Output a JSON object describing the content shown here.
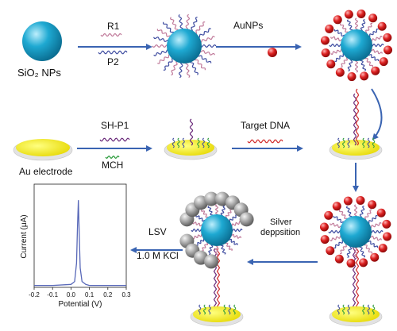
{
  "labels": {
    "sio2_nps": "SiO₂ NPs",
    "r1": "R1",
    "p2": "P2",
    "aunps": "AuNPs",
    "sh_p1": "SH-P1",
    "mch": "MCH",
    "au_electrode": "Au electrode",
    "target_dna": "Target DNA",
    "silver": "Silver",
    "deposition": "deppsition",
    "lsv": "LSV",
    "kcl": "1.0 M KCl"
  },
  "colors": {
    "sio2_sphere": "#18a7cf",
    "gold_nanoparticle": "#d82020",
    "silver_nanoparticle": "#9e9e9e",
    "electrode": "#f5ea00",
    "arrow": "#3a64b2",
    "r1_strand": "#c07a9a",
    "p2_strand": "#3e4ca0",
    "sh_p1_strand": "#6a2a7a",
    "mch_strand": "#2a9a3a",
    "target_strand": "#d02a2a",
    "curve": "#5868b8"
  },
  "chart_data": {
    "type": "line",
    "xlabel": "Potential (V)",
    "ylabel": "Current (μA)",
    "xlim": [
      -0.2,
      0.3
    ],
    "xticks": [
      "-0.2",
      "-0.1",
      "0.0",
      "0.1",
      "0.2",
      "0.3"
    ],
    "series": [
      {
        "x": [
          -0.2,
          -0.1,
          0.0,
          0.02,
          0.03,
          0.035,
          0.04,
          0.045,
          0.05,
          0.06,
          0.08,
          0.1,
          0.2,
          0.3
        ],
        "y": [
          0.02,
          0.02,
          0.03,
          0.06,
          0.25,
          0.6,
          0.9,
          0.55,
          0.2,
          0.06,
          0.03,
          0.02,
          0.02,
          0.02
        ]
      }
    ]
  }
}
